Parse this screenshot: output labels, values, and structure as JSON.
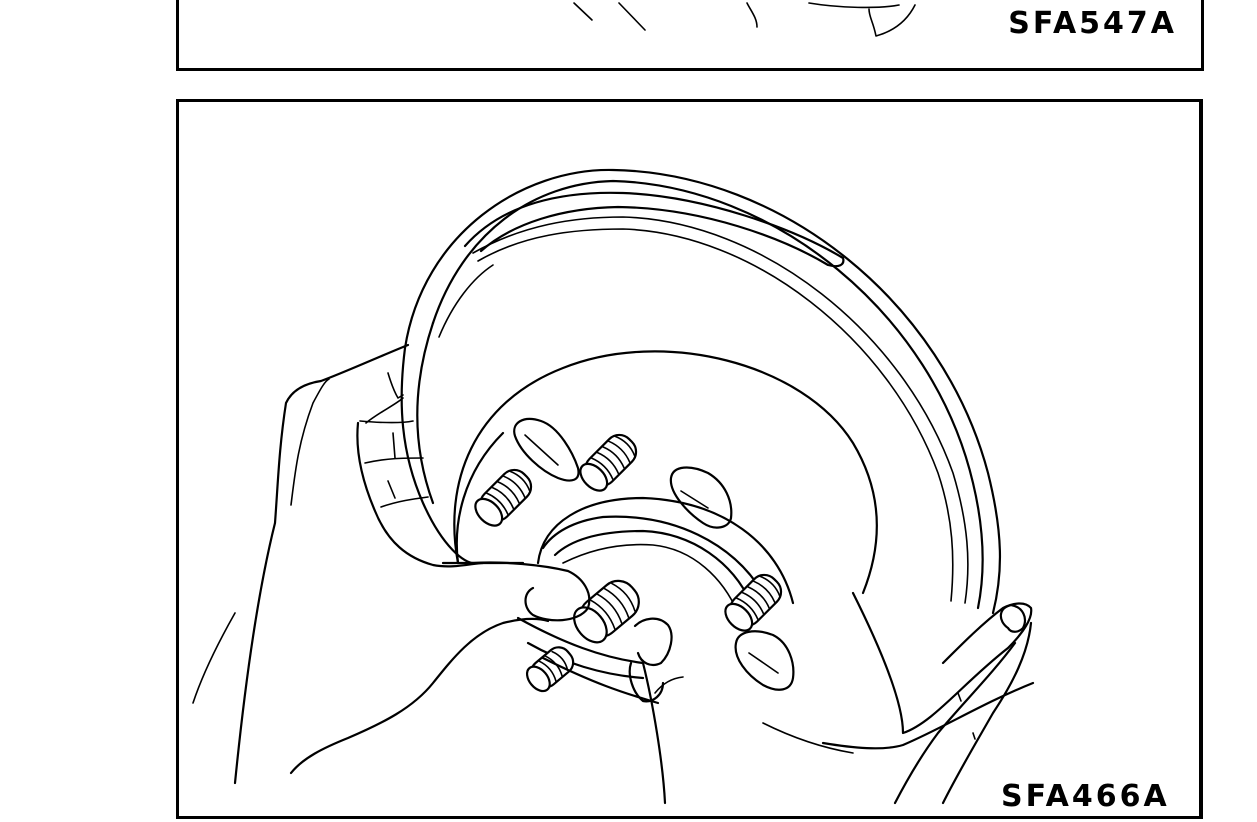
{
  "page": {
    "type": "service-manual-figures",
    "background_color": "#ffffff",
    "ink_color": "#000000"
  },
  "figures": [
    {
      "id": "top",
      "label": "SFA547A",
      "visible": "bottom edge only (cropped)",
      "content": "partial line drawing fragments"
    },
    {
      "id": "bottom",
      "label": "SFA466A",
      "visible": "label partially cut off at bottom",
      "content": "two hands holding a brake disc rotor with hub and five wheel studs"
    }
  ],
  "illustration": {
    "subject": "brake-rotor-with-hub",
    "parts": [
      "disc-rotor",
      "hub",
      "wheel-studs",
      "bearing-seal",
      "left-hand",
      "right-hand"
    ],
    "wheel_stud_count": 5
  }
}
